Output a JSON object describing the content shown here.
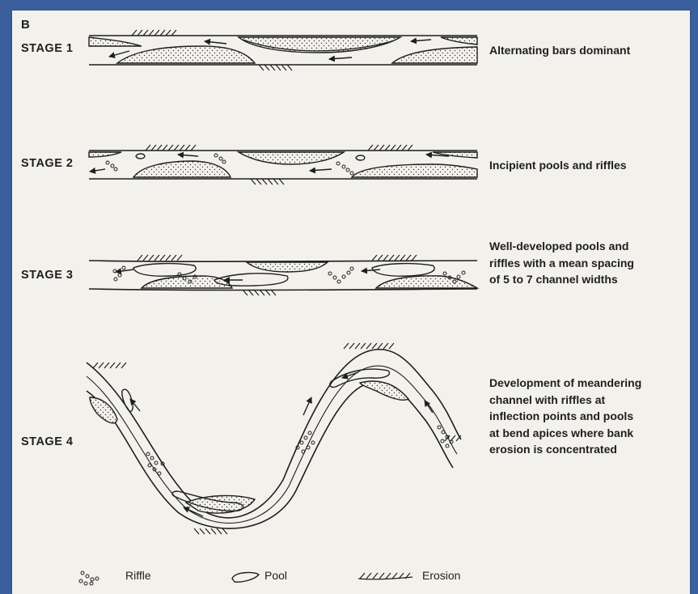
{
  "panel_label": "B",
  "stages": [
    {
      "label": "STAGE 1",
      "description": "Alternating bars dominant"
    },
    {
      "label": "STAGE 2",
      "description": "Incipient pools and riffles"
    },
    {
      "label": "STAGE 3",
      "description": "Well-developed pools and riffles with a mean spacing of 5 to 7 channel widths",
      "lines": [
        "Well-developed pools and",
        "riffles with a mean spacing",
        "of 5 to 7 channel widths"
      ]
    },
    {
      "label": "STAGE 4",
      "description": "Development of meandering channel with riffles at inflection points and pools at bend apices where bank erosion is concentrated",
      "lines": [
        "Development of meandering",
        "channel with riffles at",
        "inflection points and pools",
        "at bend apices where bank",
        "erosion is concentrated"
      ]
    }
  ],
  "legend": {
    "riffle": "Riffle",
    "pool": "Pool",
    "erosion": "Erosion"
  },
  "colors": {
    "background": "#3a5f9c",
    "paper": "#f3f1ec",
    "ink": "#1e1e1e"
  }
}
